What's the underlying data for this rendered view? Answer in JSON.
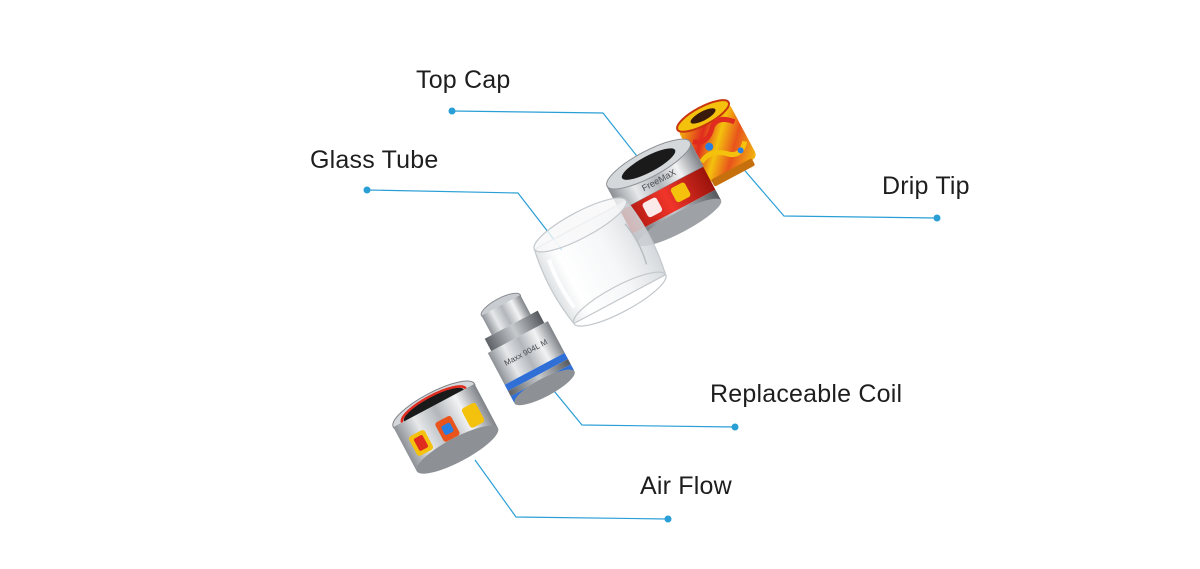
{
  "labels": {
    "top_cap": "Top Cap",
    "glass_tube": "Glass Tube",
    "drip_tip": "Drip Tip",
    "replaceable_coil": "Replaceable Coil",
    "air_flow": "Air Flow"
  },
  "parts": {
    "top_cap_brand": "FreeMaX",
    "coil_marking": "Maxx 904L M"
  },
  "colors": {
    "leader_line": "#2a9fd6",
    "resin_red": "#e02b1f",
    "resin_yellow": "#f4c20d",
    "resin_blue": "#2a7de1",
    "seal_blue": "#2f6fd6",
    "metal": "#b9bcc0"
  }
}
